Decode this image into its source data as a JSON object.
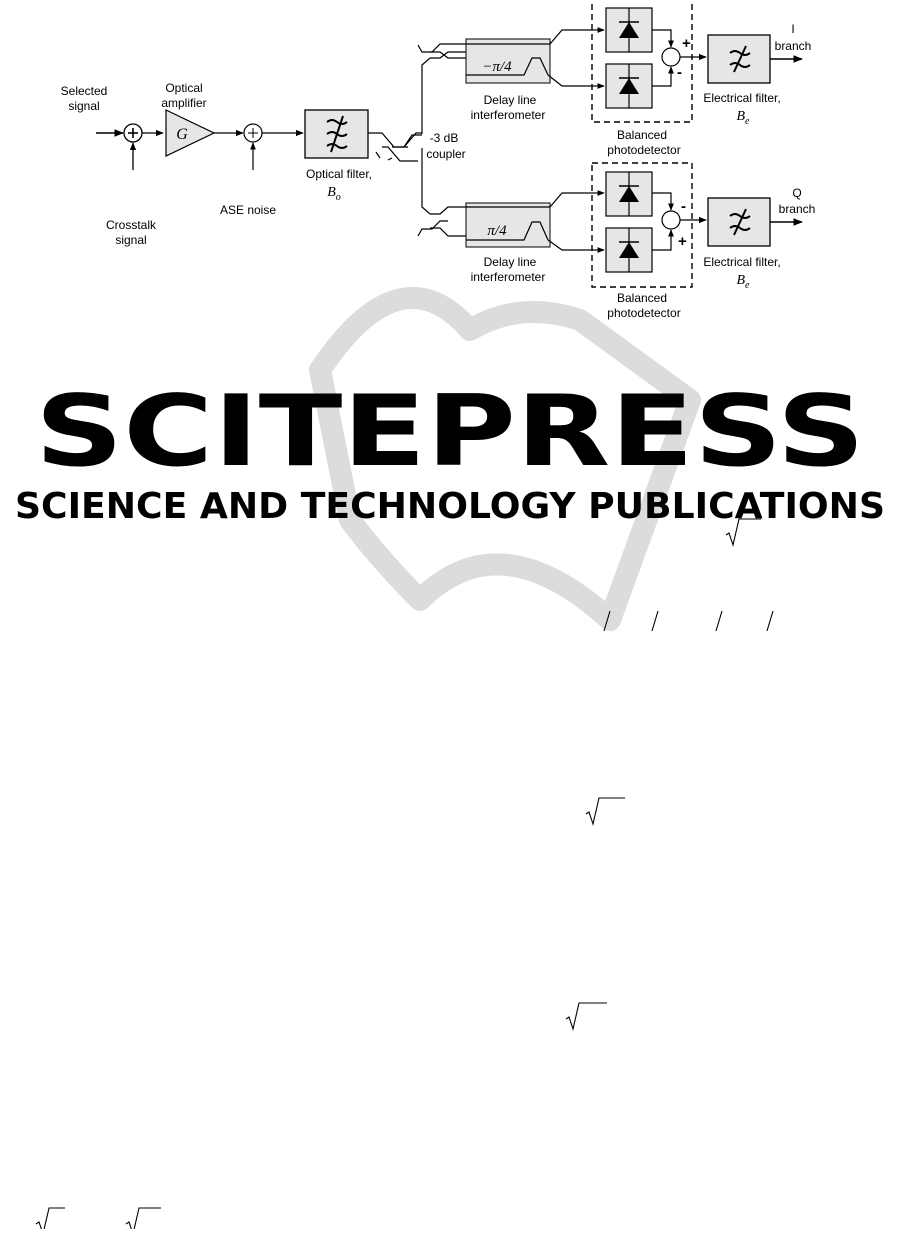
{
  "diagram": {
    "labels": {
      "selected_signal": [
        "Selected",
        "signal"
      ],
      "crosstalk_signal": [
        "Crosstalk",
        "signal"
      ],
      "optical_amplifier": [
        "Optical",
        "amplifier"
      ],
      "amplifier_gain": "G",
      "ase_noise": "ASE noise",
      "optical_filter": "Optical filter,",
      "optical_filter_bw": "B",
      "optical_filter_bw_sub": "o",
      "coupler": [
        "-3 dB",
        "coupler"
      ],
      "delay_line_top": [
        "Delay line",
        "interferometer"
      ],
      "delay_line_bottom": [
        "Delay line",
        "interferometer"
      ],
      "phase_top": "−π/4",
      "phase_bottom": "π/4",
      "balanced_pd_top": [
        "Balanced",
        "photodetector"
      ],
      "balanced_pd_bottom": [
        "Balanced",
        "photodetector"
      ],
      "electrical_filter_top": "Electrical filter,",
      "electrical_filter_top_bw": "B",
      "electrical_filter_top_bw_sub": "e",
      "electrical_filter_bottom": "Electrical filter,",
      "electrical_filter_bottom_bw": "B",
      "electrical_filter_bottom_bw_sub": "e",
      "i_branch": [
        "I",
        "branch"
      ],
      "q_branch": [
        "Q",
        "branch"
      ],
      "plus": "+",
      "minus": "-"
    }
  },
  "watermark": {
    "logo_text": "SCITEPRESS",
    "tagline": "SCIENCE AND TECHNOLOGY PUBLICATIONS",
    "color": "#d9d9d9"
  },
  "colors": {
    "block_fill": "#e6e6e6",
    "line": "#000000"
  }
}
